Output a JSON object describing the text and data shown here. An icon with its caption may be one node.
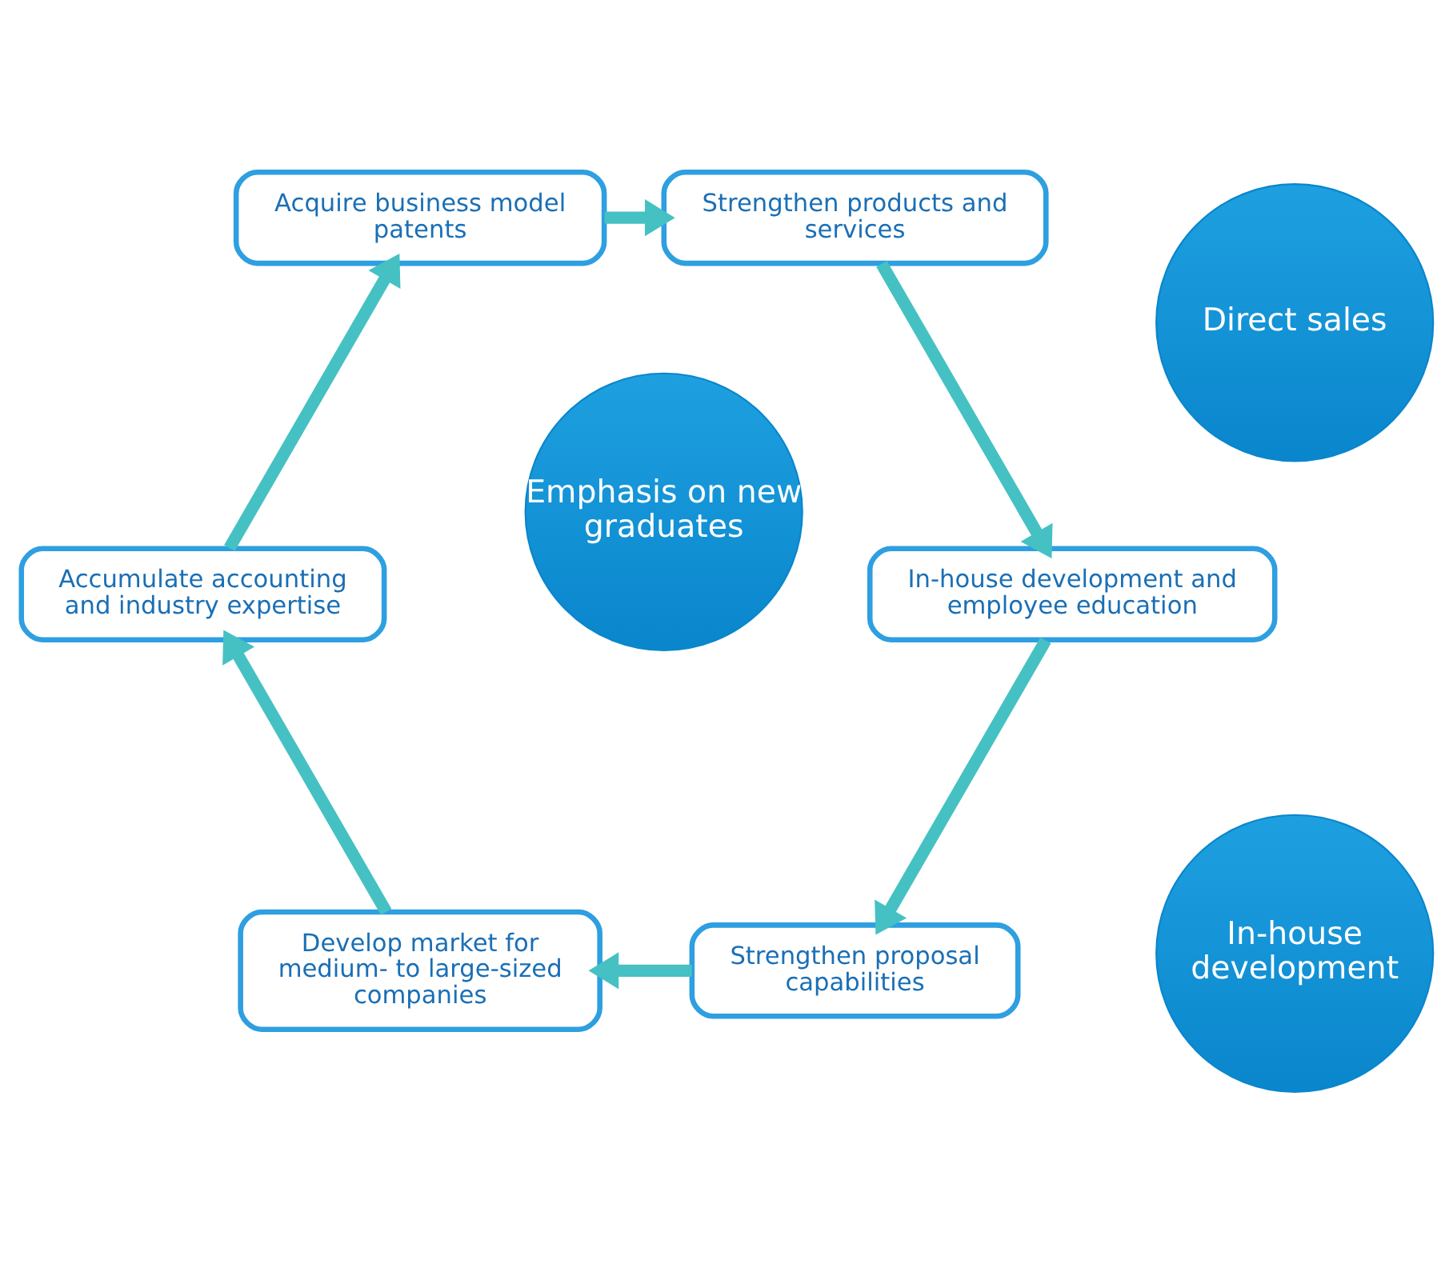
{
  "diagram": {
    "nodes": [
      {
        "text": [
          "Strengthen proposal capabilities"
        ]
      },
      {
        "text": [
          "In-house development and employee education"
        ]
      },
      {
        "text": [
          "Develop market for medium- to large-sized companies"
        ]
      },
      {
        "text": [
          "Emphasis on new graduates"
        ]
      },
      {
        "text": [
          "In-house development"
        ]
      },
      {
        "text": [
          "Direct sales"
        ]
      },
      {
        "text": [
          "Strengthen products and services"
        ]
      },
      {
        "text": [
          "Accumulate accounting and industry expertise"
        ]
      },
      {
        "text": [
          "Acquire business model patents"
        ]
      }
    ],
    "edges": [
      {
        "from": 0,
        "to": 2,
        "arrow": "to"
      },
      {
        "from": 2,
        "to": 7,
        "arrow": "to"
      },
      {
        "from": 7,
        "to": 8,
        "arrow": "to"
      },
      {
        "from": 8,
        "to": 6,
        "arrow": "to"
      },
      {
        "from": 6,
        "to": 1,
        "arrow": "to"
      },
      {
        "from": 1,
        "to": 0,
        "arrow": "to"
      }
    ]
  }
}
